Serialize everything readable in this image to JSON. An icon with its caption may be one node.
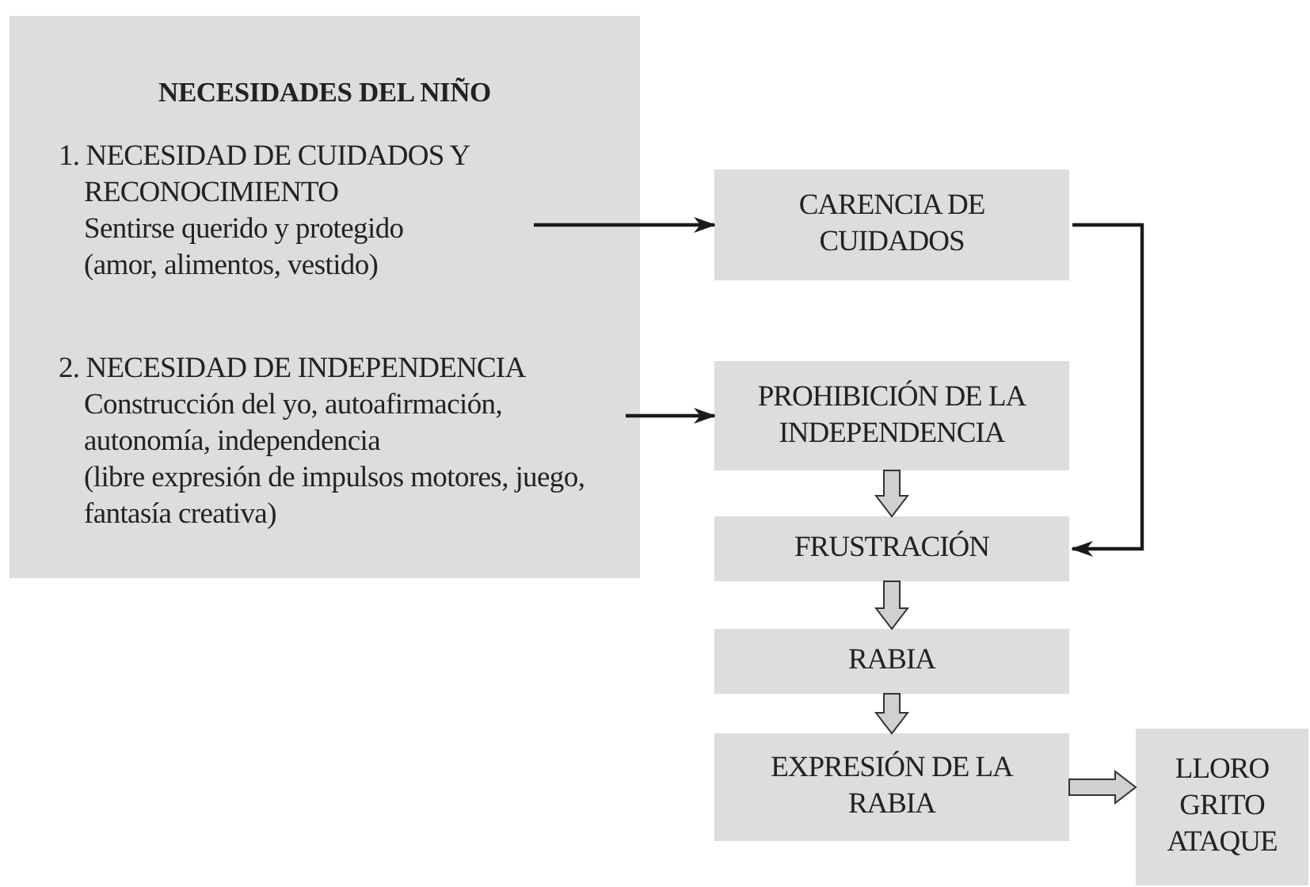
{
  "diagram": {
    "nodes": [
      {
        "text": [
          "NECESIDADES DEL NIÑO"
        ]
      },
      {
        "text": [
          "1. NECESIDAD DE CUIDADOS Y RECONOCIMIENTO",
          "Sentirse querido y protegido",
          "(amor, alimentos, vestido)"
        ],
        "in": 0
      },
      {
        "text": [
          "2. NECESIDAD DE INDEPENDENCIA",
          "Construcción del yo, autoafirmación, autonomía, independencia",
          "(libre expresión de impulsos motores, juego, fantasía creativa)"
        ],
        "in": 0
      },
      {
        "text": [
          "CARENCIA DE CUIDADOS"
        ]
      },
      {
        "text": [
          "PROHIBICIÓN DE LA INDEPENDENCIA"
        ]
      },
      {
        "text": [
          "FRUSTRACIÓN"
        ]
      },
      {
        "text": [
          "RABIA"
        ]
      },
      {
        "text": [
          "EXPRESIÓN DE LA RABIA"
        ]
      },
      {
        "text": [
          "LLORO GRITO ATAQUE"
        ]
      }
    ],
    "edges": [
      {
        "from": 1,
        "to": 3,
        "arrow": "to"
      },
      {
        "from": 2,
        "to": 4,
        "arrow": "to"
      },
      {
        "from": 3,
        "to": 5,
        "arrow": "to"
      },
      {
        "from": 4,
        "to": 5,
        "arrow": "to",
        "style": "thick"
      },
      {
        "from": 5,
        "to": 6,
        "arrow": "to",
        "style": "thick"
      },
      {
        "from": 6,
        "to": 7,
        "arrow": "to",
        "style": "thick"
      },
      {
        "from": 7,
        "to": 8,
        "arrow": "to",
        "style": "thick"
      }
    ]
  }
}
